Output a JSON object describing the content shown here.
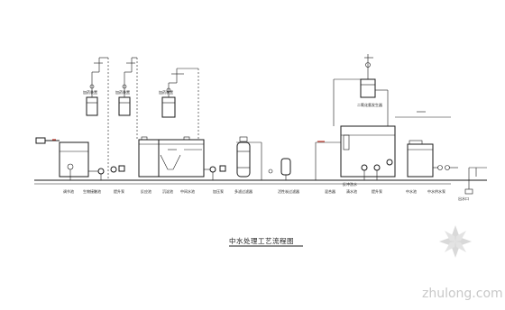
{
  "diagram": {
    "title": "中水处理工艺流程图",
    "station_labels": [
      "调节池",
      "生物接触池",
      "提升泵",
      "反应池",
      "沉淀池",
      "中间水池",
      "加压泵",
      "多滤过滤器",
      "活性炭过滤器",
      "混合器",
      "清水池",
      "提升泵",
      "中水池",
      "中水供水泵",
      "出水口"
    ],
    "tank_labels": [
      "加药装置",
      "加药装置",
      "加药装置",
      "二氧化氯发生器"
    ],
    "notes": [
      "反冲洗水"
    ]
  },
  "watermark": {
    "text": "zhulong.com"
  }
}
